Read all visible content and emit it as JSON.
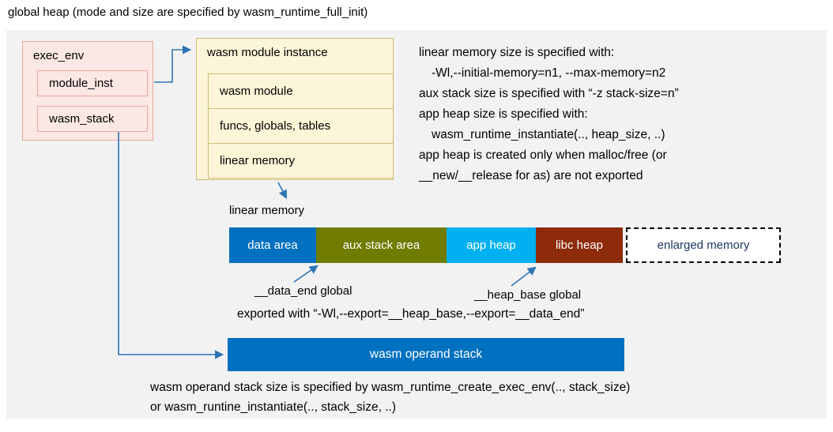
{
  "title": "global heap (mode and size are specified by wasm_runtime_full_init)",
  "exec_env": {
    "label": "exec_env",
    "module_inst": "module_inst",
    "wasm_stack": "wasm_stack"
  },
  "module_instance": {
    "label": "wasm module instance",
    "rows": [
      {
        "label": "wasm module"
      },
      {
        "label": "funcs, globals, tables"
      },
      {
        "label": "linear memory"
      }
    ]
  },
  "notes": {
    "lines": [
      "linear memory size is specified with:",
      "-Wl,--initial-memory=n1, --max-memory=n2",
      "aux stack size is specified with “-z stack-size=n”",
      "app heap size is specified with:",
      "wasm_runtime_instantiate(.., heap_size, ..)",
      "app heap is created only when malloc/free (or",
      "__new/__release for as) are not exported"
    ]
  },
  "linear_memory": {
    "label": "linear memory",
    "segments": [
      {
        "label": "data area",
        "color": "#0070c0",
        "text_color": "#ffffff"
      },
      {
        "label": "aux stack area",
        "color": "#6f7c00",
        "text_color": "#ffffff"
      },
      {
        "label": "app heap",
        "color": "#00b0f0",
        "text_color": "#ffffff"
      },
      {
        "label": "libc heap",
        "color": "#8d2b0b",
        "text_color": "#ffffff"
      },
      {
        "label": "enlarged memory",
        "color": "#ffffff",
        "text_color": "#1f3864",
        "border": "dashed"
      }
    ],
    "data_end_label": "__data_end global",
    "heap_base_label": "__heap_base global",
    "export_note": "exported with “-Wl,--export=__heap_base,--export=__data_end”"
  },
  "operand_stack": {
    "label": "wasm operand stack",
    "note_lines": [
      "wasm operand stack size is specified by wasm_runtime_create_exec_env(.., stack_size)",
      "or wasm_runtine_instantiate(.., stack_size, ..)"
    ]
  },
  "colors": {
    "panel_background": "#f2f2f2",
    "exec_env_fill": "#fbe7e3",
    "exec_env_border": "#e9a89e",
    "module_instance_fill": "#fdf5d7",
    "module_instance_border": "#cfbb7b",
    "arrow": "#2e74b5",
    "operand_stack_fill": "#0070c0"
  }
}
